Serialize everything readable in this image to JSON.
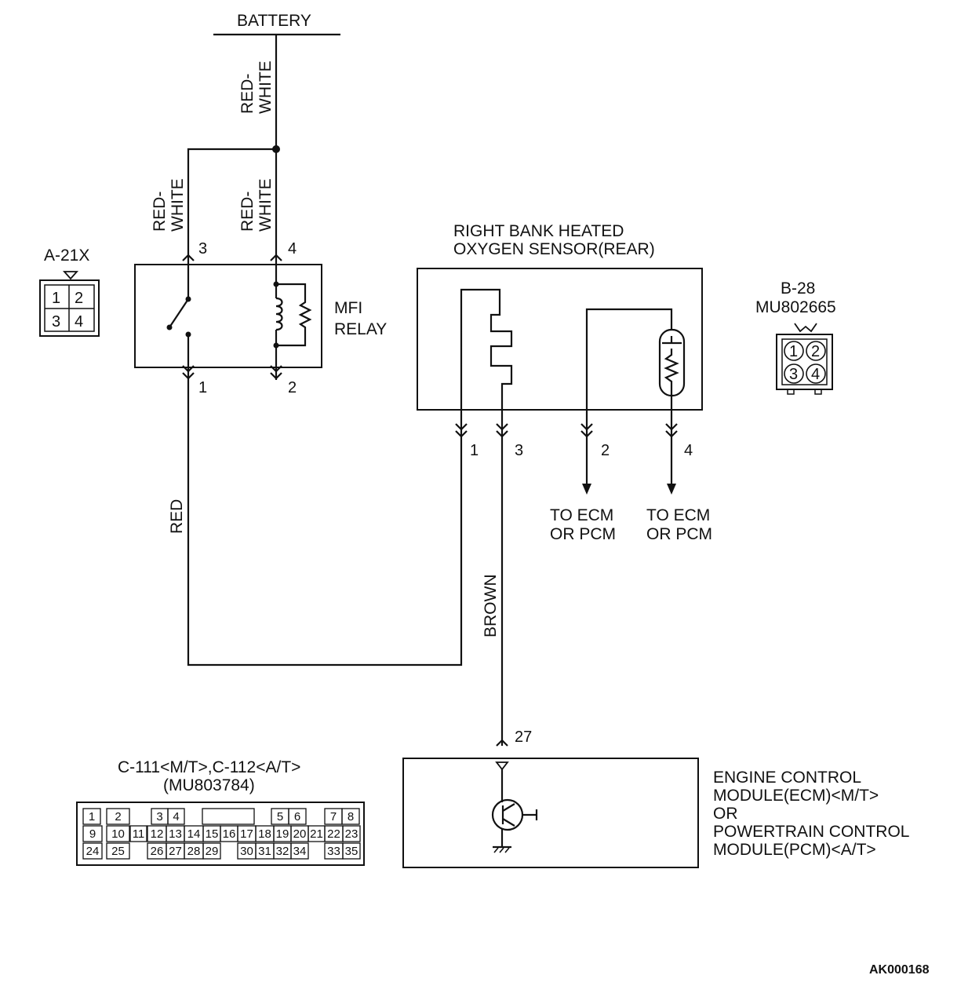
{
  "battery": {
    "label": "BATTERY"
  },
  "wires": {
    "main": [
      "RED-",
      "WHITE"
    ],
    "relay3": [
      "RED-",
      "WHITE"
    ],
    "relay4": [
      "RED-",
      "WHITE"
    ],
    "red": "RED",
    "brown": "BROWN"
  },
  "relay": {
    "connector": "A-21X",
    "connector_pins": [
      "1",
      "2",
      "3",
      "4"
    ],
    "title_lines": [
      "MFI",
      "RELAY"
    ],
    "pins": {
      "p3": "3",
      "p4": "4",
      "p1": "1",
      "p2": "2"
    }
  },
  "sensor": {
    "title_lines": [
      "RIGHT BANK HEATED",
      "OXYGEN SENSOR(REAR)"
    ],
    "connector_lines": [
      "B-28",
      "MU802665"
    ],
    "connector_pins": [
      "1",
      "2",
      "3",
      "4"
    ],
    "pins": {
      "p1": "1",
      "p3": "3",
      "p2": "2",
      "p4": "4"
    },
    "to_pin2": [
      "TO ECM",
      "OR PCM"
    ],
    "to_pin4": [
      "TO ECM",
      "OR PCM"
    ]
  },
  "ecm": {
    "pin": "27",
    "title_lines": [
      "ENGINE CONTROL",
      "MODULE(ECM)<M/T>",
      "OR",
      "POWERTRAIN CONTROL",
      "MODULE(PCM)<A/T>"
    ],
    "connector_lines": [
      "C-111<M/T>,C-112<A/T>",
      "(MU803784)"
    ],
    "connector_rows": [
      [
        "1",
        "2",
        "3",
        "4",
        "5",
        "6",
        "7",
        "8"
      ],
      [
        "9",
        "10",
        "11",
        "12",
        "13",
        "14",
        "15",
        "16",
        "17",
        "18",
        "19",
        "20",
        "21",
        "22",
        "23"
      ],
      [
        "24",
        "25",
        "26",
        "27",
        "28",
        "29",
        "30",
        "31",
        "32",
        "33",
        "34",
        "35"
      ]
    ]
  },
  "figure_id": "AK000168"
}
